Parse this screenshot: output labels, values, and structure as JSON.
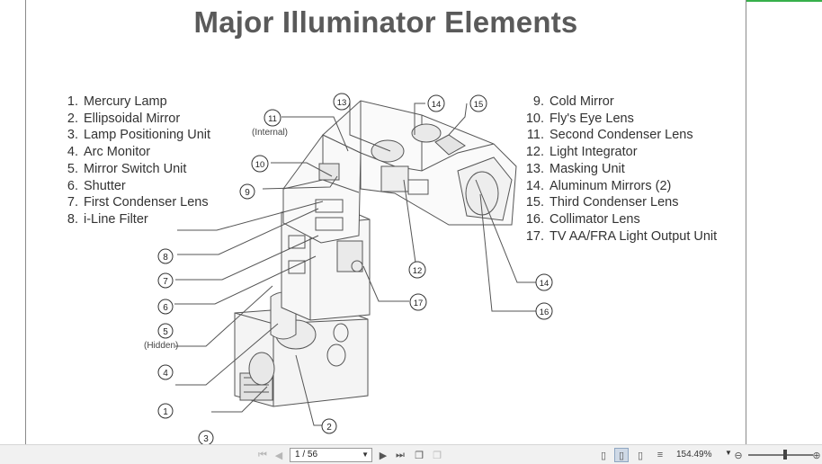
{
  "document": {
    "title": "Major Illuminator Elements",
    "legend_left": [
      {
        "num": "1.",
        "label": "Mercury Lamp"
      },
      {
        "num": "2.",
        "label": "Ellipsoidal Mirror"
      },
      {
        "num": "3.",
        "label": "Lamp Positioning Unit"
      },
      {
        "num": "4.",
        "label": "Arc Monitor"
      },
      {
        "num": "5.",
        "label": "Mirror Switch Unit"
      },
      {
        "num": "6.",
        "label": "Shutter"
      },
      {
        "num": "7.",
        "label": "First Condenser Lens"
      },
      {
        "num": "8.",
        "label": "i-Line Filter"
      }
    ],
    "legend_right": [
      {
        "num": "9.",
        "label": "Cold Mirror"
      },
      {
        "num": "10.",
        "label": "Fly's Eye Lens"
      },
      {
        "num": "11.",
        "label": "Second Condenser Lens"
      },
      {
        "num": "12.",
        "label": "Light Integrator"
      },
      {
        "num": "13.",
        "label": "Masking Unit"
      },
      {
        "num": "14.",
        "label": "Aluminum Mirrors (2)"
      },
      {
        "num": "15.",
        "label": "Third Condenser Lens"
      },
      {
        "num": "16.",
        "label": "Collimator Lens"
      },
      {
        "num": "17.",
        "label": "TV AA/FRA Light Output Unit"
      }
    ],
    "diagram_notes": {
      "internal": "(Internal)",
      "hidden": "(Hidden)"
    },
    "callouts": {
      "c1": "1",
      "c2": "2",
      "c3": "3",
      "c4": "4",
      "c5": "5",
      "c6": "6",
      "c7": "7",
      "c8": "8",
      "c9": "9",
      "c10": "10",
      "c11": "11",
      "c12": "12",
      "c13": "13",
      "c14a": "14",
      "c14b": "14",
      "c15": "15",
      "c16": "16",
      "c17": "17"
    }
  },
  "toolbar": {
    "page_indicator": "1 / 56",
    "zoom_level": "154.49%",
    "icons": {
      "first": "skip-first-icon",
      "prev": "previous-page-icon",
      "next": "next-page-icon",
      "last": "skip-last-icon",
      "extract": "extract-page-icon",
      "copy": "copy-page-icon",
      "single": "single-page-view-icon",
      "continuous": "continuous-view-icon",
      "facing": "facing-pages-icon",
      "cover": "cover-view-icon",
      "zoom_out": "zoom-out-icon",
      "zoom_in": "zoom-in-icon"
    },
    "accent_color": "#36b04a"
  }
}
